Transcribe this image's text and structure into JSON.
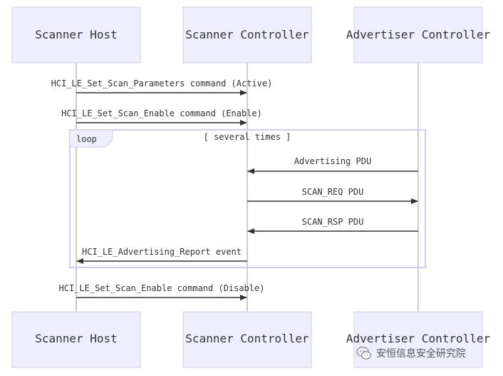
{
  "colors": {
    "participant_fill": "#eeeefe",
    "participant_stroke": "#cfcdf2",
    "lifeline": "#9a9a9a",
    "message": "#333333",
    "loop_stroke": "#cfcdf2",
    "text": "#333333"
  },
  "participants": [
    {
      "id": "host",
      "label": "Scanner Host"
    },
    {
      "id": "ctrl",
      "label": "Scanner Controller"
    },
    {
      "id": "adv",
      "label": "Advertiser Controller"
    }
  ],
  "messages": [
    {
      "id": "set_scan_params",
      "from": "host",
      "to": "ctrl",
      "label": "HCI_LE_Set_Scan_Parameters command (Active)"
    },
    {
      "id": "scan_enable_on",
      "from": "host",
      "to": "ctrl",
      "label": "HCI_LE_Set_Scan_Enable command (Enable)"
    },
    {
      "id": "adv_pdu",
      "from": "adv",
      "to": "ctrl",
      "label": "Advertising PDU"
    },
    {
      "id": "scan_req",
      "from": "ctrl",
      "to": "adv",
      "label": "SCAN_REQ PDU"
    },
    {
      "id": "scan_rsp",
      "from": "adv",
      "to": "ctrl",
      "label": "SCAN_RSP PDU"
    },
    {
      "id": "adv_report",
      "from": "ctrl",
      "to": "host",
      "label": "HCI_LE_Advertising_Report event"
    },
    {
      "id": "scan_enable_off",
      "from": "host",
      "to": "ctrl",
      "label": "HCI_LE_Set_Scan_Enable command (Disable)"
    }
  ],
  "loop": {
    "keyword": "loop",
    "condition": "[ several times ]"
  },
  "watermark": {
    "text": "安恒信息安全研究院",
    "icon": "wechat-icon"
  }
}
